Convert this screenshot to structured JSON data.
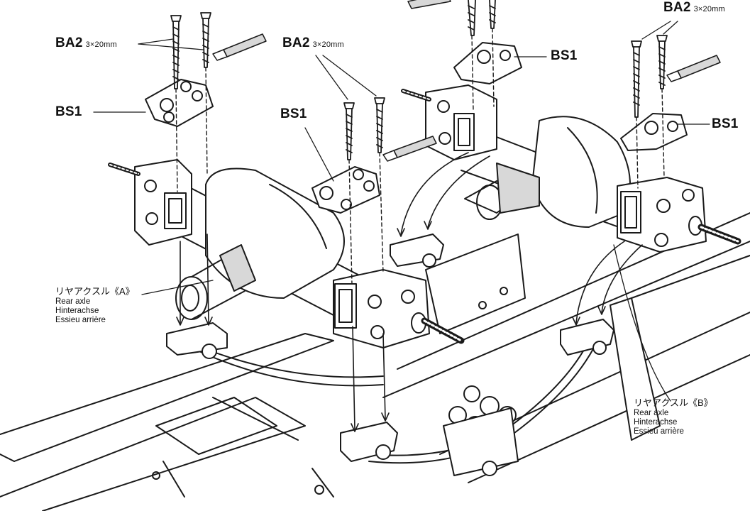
{
  "labels": {
    "screw_code": "BA2",
    "screw_size": "3×20mm",
    "bracket_code": "BS1",
    "rear_axle_a": {
      "jp": "リヤアクスル《A》",
      "en": "Rear axle",
      "de": "Hinterachse",
      "fr": "Essieu arrière"
    },
    "rear_axle_b": {
      "jp": "リヤアクスル《B》",
      "en": "Rear axle",
      "de": "Hinterachse",
      "fr": "Essieu arrière"
    }
  },
  "colors": {
    "line": "#1a1a1a",
    "fill": "#ffffff",
    "shade": "#d8d8d8"
  }
}
